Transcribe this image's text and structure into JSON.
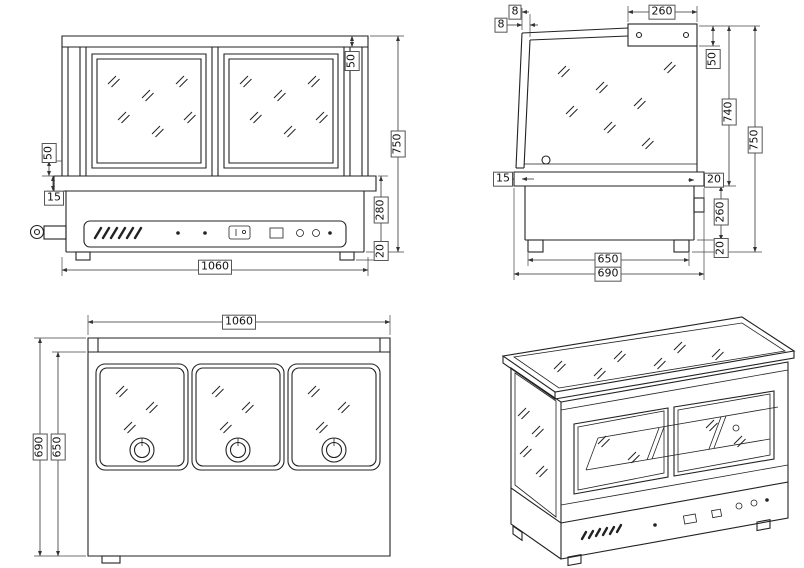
{
  "front_view": {
    "dim_width": "1060",
    "dim_total_height": "750",
    "dim_base_height": "280",
    "dim_foot_height": "20",
    "dim_top_frame": "50",
    "dim_shelf_height": "50",
    "dim_shelf_lip": "15"
  },
  "side_view": {
    "dim_offset_a": "8",
    "dim_offset_b": "8",
    "dim_canopy_width": "260",
    "dim_canopy_height": "50",
    "dim_glass_height": "740",
    "dim_total_height": "750",
    "dim_front_overhang": "15",
    "dim_back_overhang": "20",
    "dim_body_height": "260",
    "dim_foot_height": "20",
    "dim_foot_span": "650",
    "dim_total_depth": "690"
  },
  "top_view": {
    "dim_width": "1060",
    "dim_total_depth": "690",
    "dim_inner_depth": "650"
  }
}
